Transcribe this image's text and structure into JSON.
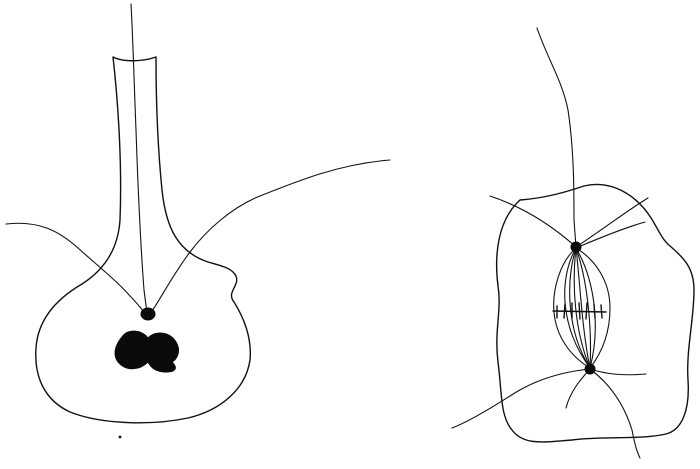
{
  "figure": {
    "panels": [
      {
        "id": "left",
        "kind": "flask-shaped-cell-with-nucleus"
      },
      {
        "id": "right",
        "kind": "cell-with-mitotic-spindle"
      }
    ],
    "colors": {
      "ink": "#111111",
      "background": "#ffffff"
    }
  }
}
